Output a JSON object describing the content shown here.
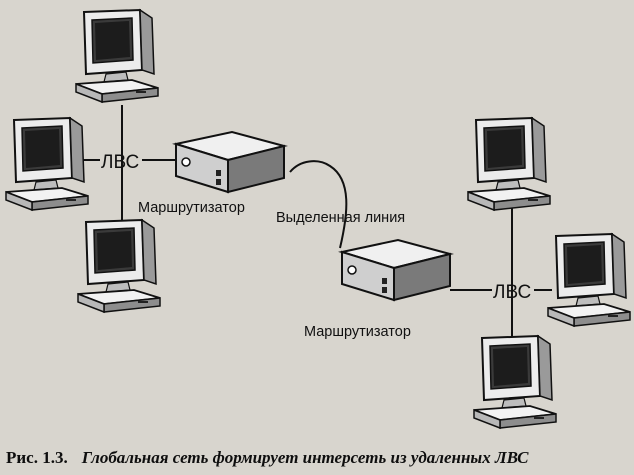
{
  "labels": {
    "lan_left": "ЛВС",
    "lan_right": "ЛВС",
    "router_left": "Маршрутизатор",
    "router_right": "Маршрутизатор",
    "leased_line": "Выделенная линия"
  },
  "caption": {
    "number": "Рис. 1.3.",
    "text": "Глобальная сеть формирует интерсеть из удаленных ЛВС"
  },
  "colors": {
    "background": "#d8d5ce",
    "ink": "#111111"
  }
}
